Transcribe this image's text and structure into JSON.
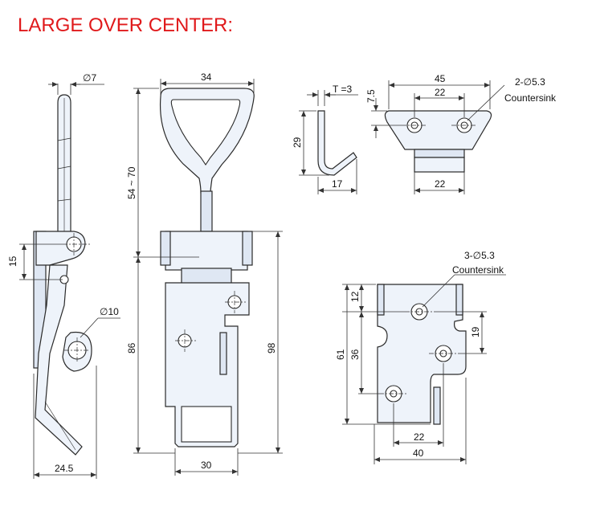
{
  "title": "LARGE OVER CENTER:",
  "colors": {
    "title": "#e0191b",
    "line": "#2a2a2a",
    "fill": "#eef3fa"
  },
  "dims": {
    "d7": "∅7",
    "h15": "15",
    "d10": "∅10",
    "w24_5": "24.5",
    "w34": "34",
    "h54_70": "54 ~ 70",
    "h86": "86",
    "h98": "98",
    "w30": "30",
    "t3": "T =3",
    "h29": "29",
    "w17": "17",
    "h7_5": "7.5",
    "w45": "45",
    "w22a": "22",
    "w22b": "22",
    "hole2": "2-∅5.3",
    "cs1": "Countersink",
    "hole3": "3-∅5.3",
    "cs2": "Countersink",
    "h12": "12",
    "h61": "61",
    "h36": "36",
    "h19": "19",
    "w22c": "22",
    "w40": "40"
  }
}
